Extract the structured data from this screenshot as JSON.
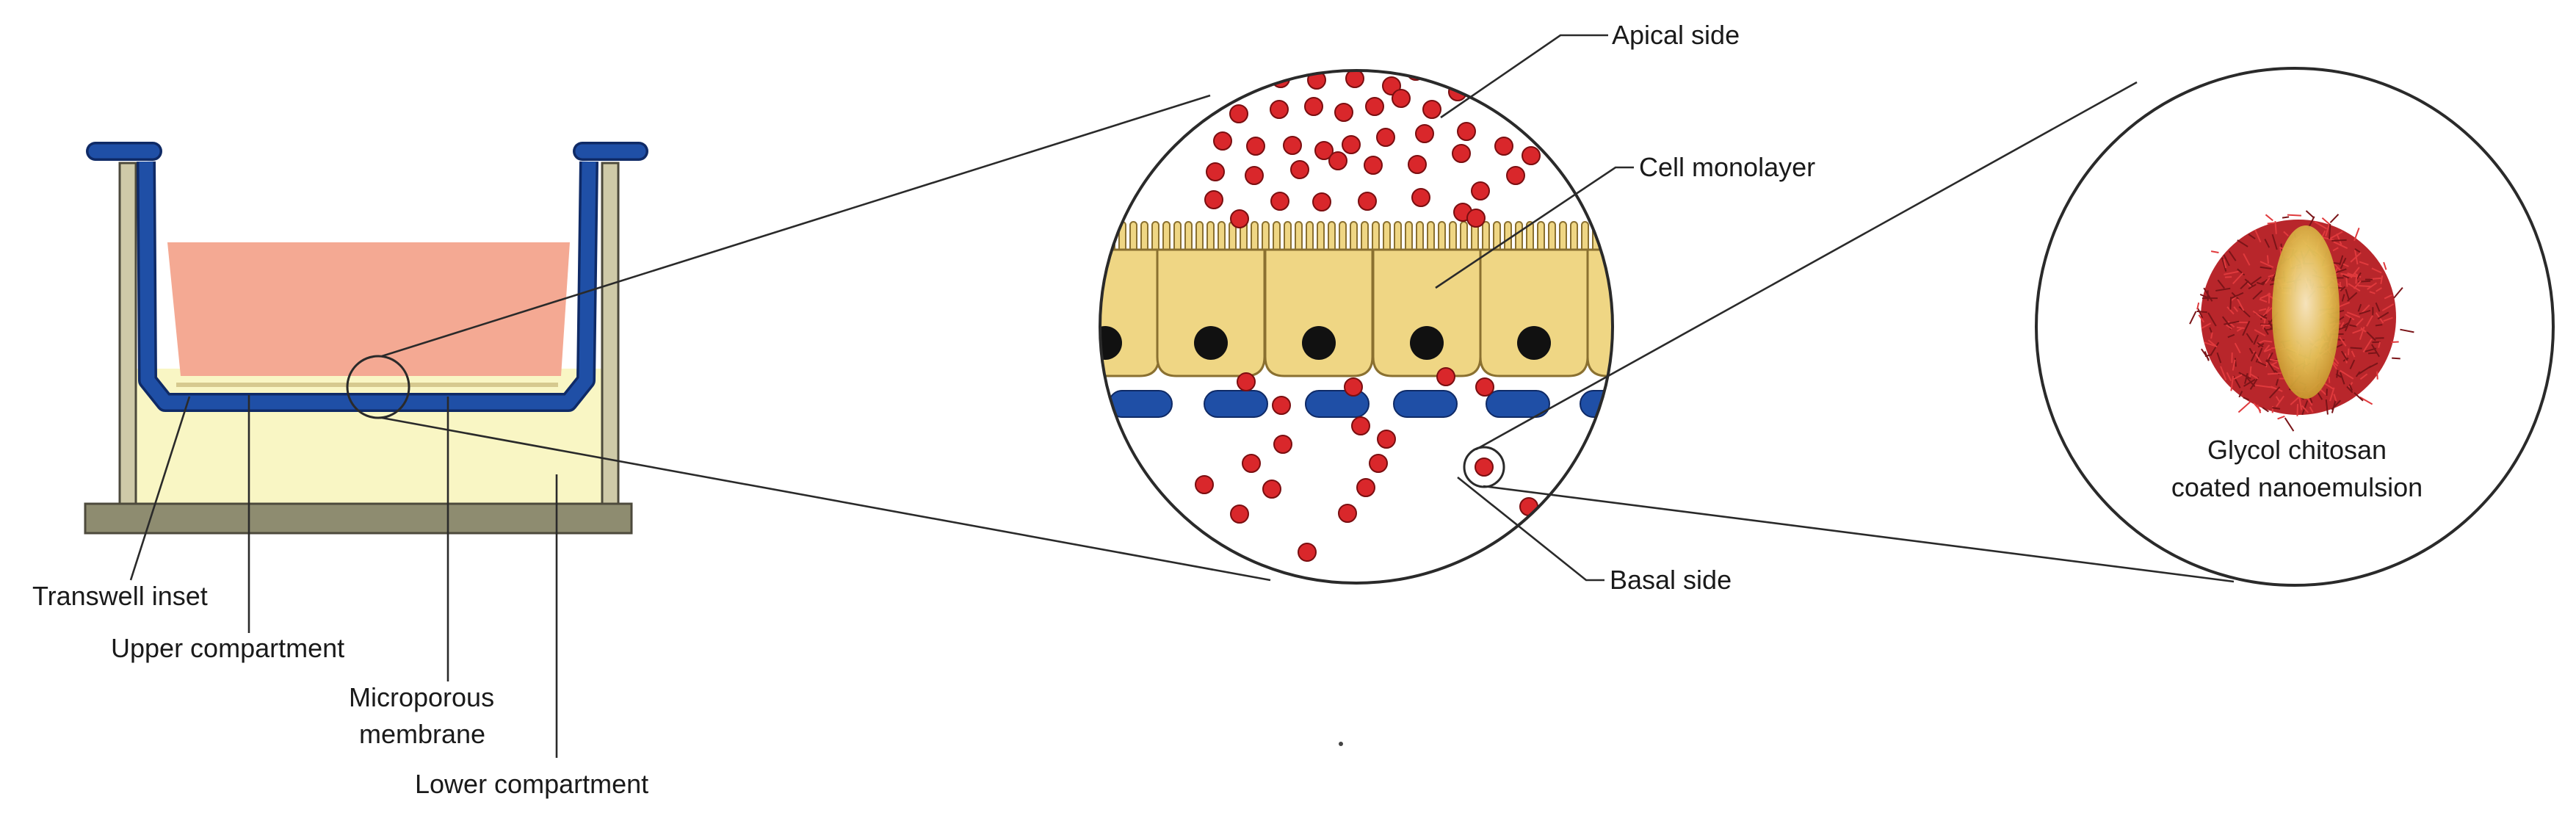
{
  "labels": {
    "transwell_inset": "Transwell inset",
    "upper_compartment": "Upper compartment",
    "microporous_membrane_line1": "Microporous",
    "microporous_membrane_line2": "membrane",
    "lower_compartment": "Lower compartment",
    "apical_side": "Apical side",
    "cell_monolayer": "Cell monolayer",
    "basal_side": "Basal side",
    "nanoemulsion_line1": "Glycol chitosan",
    "nanoemulsion_line2": "coated nanoemulsion"
  },
  "colors": {
    "upper_medium": "#f4a993",
    "lower_medium": "#f9f6c4",
    "insert_wall": "#1f4fa6",
    "insert_outline": "#0f2a66",
    "plate_wall": "#cfcaa8",
    "plate_outline": "#4d4a3c",
    "base": "#8e8c70",
    "cell_fill": "#efd684",
    "cell_outline": "#8a7030",
    "nucleus": "#111111",
    "particle": "#d9272b",
    "particle_outline": "#7a0e10",
    "membrane_pore": "#1f4fa6",
    "shell": "#c0272d",
    "core": "#e6c85a"
  }
}
